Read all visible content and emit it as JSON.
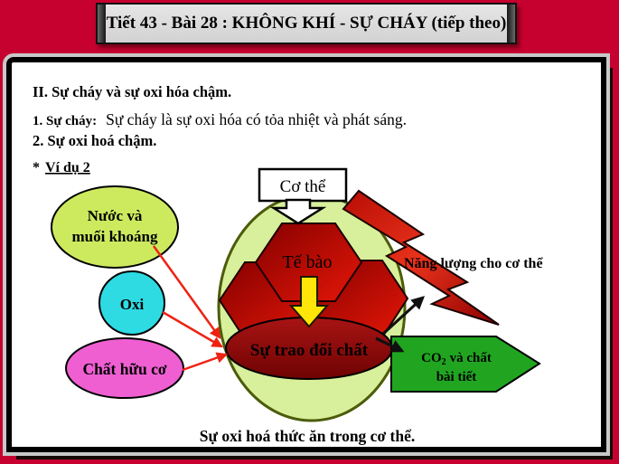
{
  "title_bar": {
    "text": "Tiết 43 - Bài 28 : KHÔNG KHÍ - SỰ CHÁY (tiếp theo)"
  },
  "content": {
    "heading": "II. Sự cháy và sự oxi hóa chậm.",
    "item1_label": "1. Sự cháy:",
    "item1_text": "Sự cháy là sự oxi  hóa có tỏa nhiệt và phát sáng.",
    "item2": "2. Sự oxi hoá chậm.",
    "example_star": "*",
    "example_label": "Ví dụ 2"
  },
  "diagram": {
    "body_box": "Cơ thể",
    "water_line1": "Nước và",
    "water_line2": "muối khoáng",
    "oxygen": "Oxi",
    "organic": "Chất hữu cơ",
    "cell": "Tế bào",
    "metabolism": "Sự trao đổi chất",
    "energy": "Năng lượng cho cơ thể",
    "excretion_prefix": "CO",
    "excretion_sub": "2",
    "excretion_rest": "và chất",
    "excretion_line2": "bài tiết",
    "caption": "Sự oxi hoá thức ăn trong cơ thể."
  },
  "colors": {
    "background": "#c60130",
    "title_bar_fill": "#d9d9d9",
    "panel_fill": "#ffffff",
    "body_ellipse_fill": "#d8ef9b",
    "body_ellipse_border": "#4c5c0a",
    "water_fill": "#cdea5f",
    "oxygen_fill": "#2edbe3",
    "organic_fill": "#ef5fd2",
    "cell_fill_dark": "#860000",
    "cell_fill_bright": "#e51708",
    "metabolism_fill": "#8e0b0b",
    "bolt_fill": "#c81407",
    "excretion_fill": "#21a521",
    "red_arrow": "#ee2211",
    "black_arrow": "#101010",
    "yellow_arrow": "#ffe608"
  }
}
